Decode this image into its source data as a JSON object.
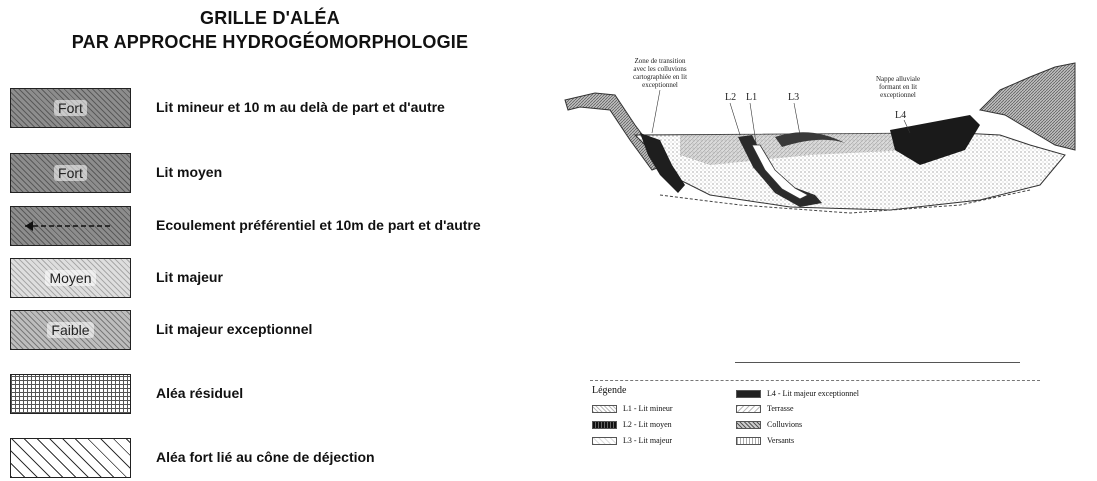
{
  "title": {
    "line1": "GRILLE D'ALÉA",
    "line2": "PAR APPROCHE HYDROGÉOMORPHOLOGIE"
  },
  "grid": [
    {
      "swatch_label": "Fort",
      "description": "Lit mineur et 10 m au delà de part et d'autre"
    },
    {
      "swatch_label": "Fort",
      "description": "Lit moyen"
    },
    {
      "swatch_label": "",
      "description": "Ecoulement préférentiel et 10m de part et d'autre"
    },
    {
      "swatch_label": "Moyen",
      "description": "Lit majeur"
    },
    {
      "swatch_label": "Faible",
      "description": "Lit majeur exceptionnel"
    },
    {
      "swatch_label": "",
      "description": "Aléa résiduel"
    },
    {
      "swatch_label": "",
      "description": "Aléa fort lié au cône de déjection"
    }
  ],
  "diagram": {
    "annotation_left": [
      "Zone de transition",
      "avec les colluvions",
      "cartographiée en lit",
      "exceptionnel"
    ],
    "annotation_right": [
      "Nappe alluviale",
      "formant en lit",
      "exceptionnel"
    ],
    "labels": [
      "L2",
      "L1",
      "L3",
      "L4"
    ]
  },
  "legend": {
    "title": "Légende",
    "items": [
      {
        "key": "L1",
        "text": "L1 - Lit mineur"
      },
      {
        "key": "L2",
        "text": "L2 - Lit moyen"
      },
      {
        "key": "L3",
        "text": "L3 - Lit majeur"
      },
      {
        "key": "L4",
        "text": "L4 - Lit majeur exceptionnel"
      },
      {
        "key": "terrasse",
        "text": "Terrasse"
      },
      {
        "key": "colluvions",
        "text": "Colluvions"
      },
      {
        "key": "versants",
        "text": "Versants"
      }
    ]
  }
}
